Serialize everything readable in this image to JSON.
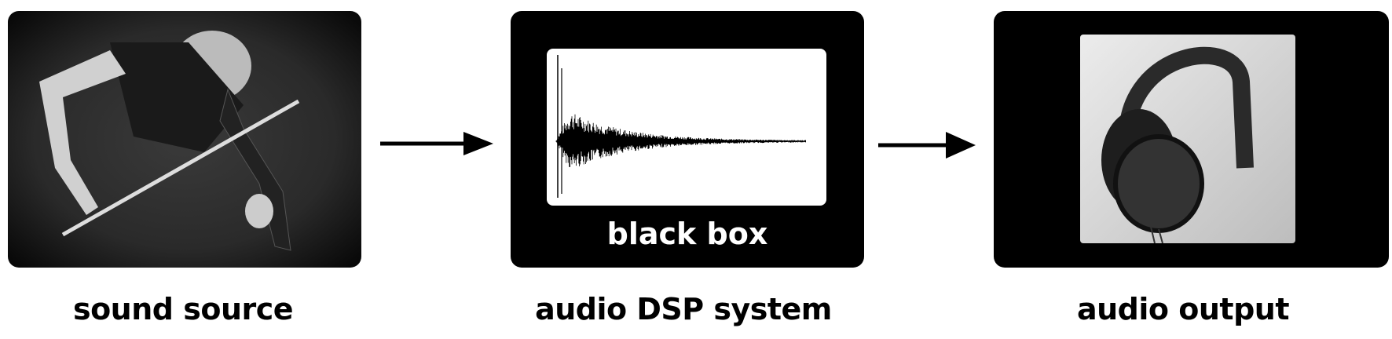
{
  "stages": [
    {
      "label": "sound source",
      "image": "violinist-photo"
    },
    {
      "label": "audio DSP system",
      "box_label": "black box",
      "image": "waveform-plot"
    },
    {
      "label": "audio output",
      "image": "headphones-photo"
    }
  ],
  "colors": {
    "panel": "#000000",
    "screen": "#ffffff"
  }
}
